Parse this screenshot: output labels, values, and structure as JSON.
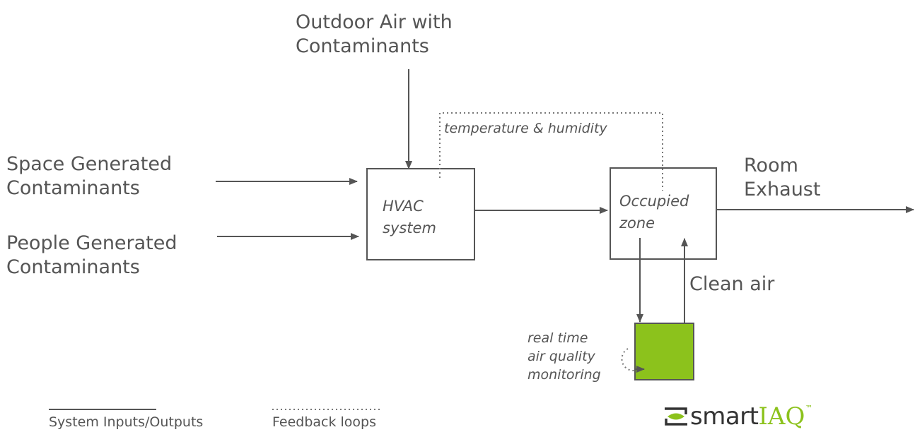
{
  "labels": {
    "outdoor_air_line1": "Outdoor Air with",
    "outdoor_air_line2": "Contaminants",
    "space_generated_line1": "Space Generated",
    "space_generated_line2": "Contaminants",
    "people_generated_line1": "People Generated",
    "people_generated_line2": "Contaminants",
    "feedback_temp_humidity": "temperature & humidity",
    "room_exhaust_line1": "Room",
    "room_exhaust_line2": "Exhaust",
    "clean_air": "Clean air",
    "monitoring_line1": "real time",
    "monitoring_line2": "air quality",
    "monitoring_line3": "monitoring"
  },
  "boxes": {
    "hvac_line1": "HVAC",
    "hvac_line2": "system",
    "occupied_line1": "Occupied",
    "occupied_line2": "zone"
  },
  "legend": {
    "solid_label": "System Inputs/Outputs",
    "dotted_label": "Feedback loops"
  },
  "logo": {
    "word": "smart",
    "accent": "IAQ",
    "trademark": "™"
  },
  "colors": {
    "line": "#555555",
    "monitor_fill": "#8cc21c",
    "text": "#555555"
  }
}
